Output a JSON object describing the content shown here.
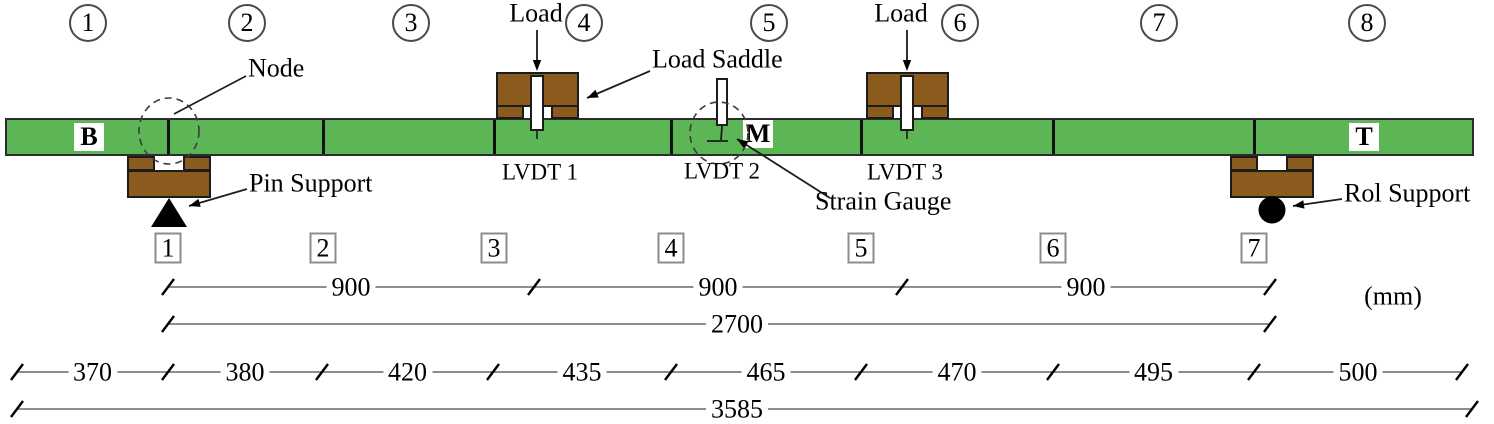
{
  "figure": {
    "description": "Four-point bending beam test setup diagram"
  },
  "labels": {
    "load": "Load",
    "node": "Node",
    "load_saddle": "Load Saddle",
    "pin_support": "Pin Support",
    "rol_support": "Rol Support",
    "strain_gauge": "Strain Gauge",
    "lvdt_1": "LVDT 1",
    "lvdt_2": "LVDT 2",
    "lvdt_3": "LVDT 3",
    "beam_section_left": "B",
    "beam_section_middle": "M",
    "beam_section_right": "T"
  },
  "segment_numbers": [
    "1",
    "2",
    "3",
    "4",
    "5",
    "6",
    "7",
    "8"
  ],
  "node_numbers": [
    "1",
    "2",
    "3",
    "4",
    "5",
    "6",
    "7"
  ],
  "dimensions": {
    "load_spans": [
      "900",
      "900",
      "900"
    ],
    "support_span": "2700",
    "segment_lengths": [
      "370",
      "380",
      "420",
      "435",
      "465",
      "470",
      "495",
      "500"
    ],
    "overall_length": "3585",
    "units": "(mm)"
  },
  "colors": {
    "beam": "#5cb656",
    "saddle": "#8a5b1d",
    "support": "#000000",
    "dimension_line": "#8d8d8d",
    "leader_line": "#1c1c1c"
  }
}
